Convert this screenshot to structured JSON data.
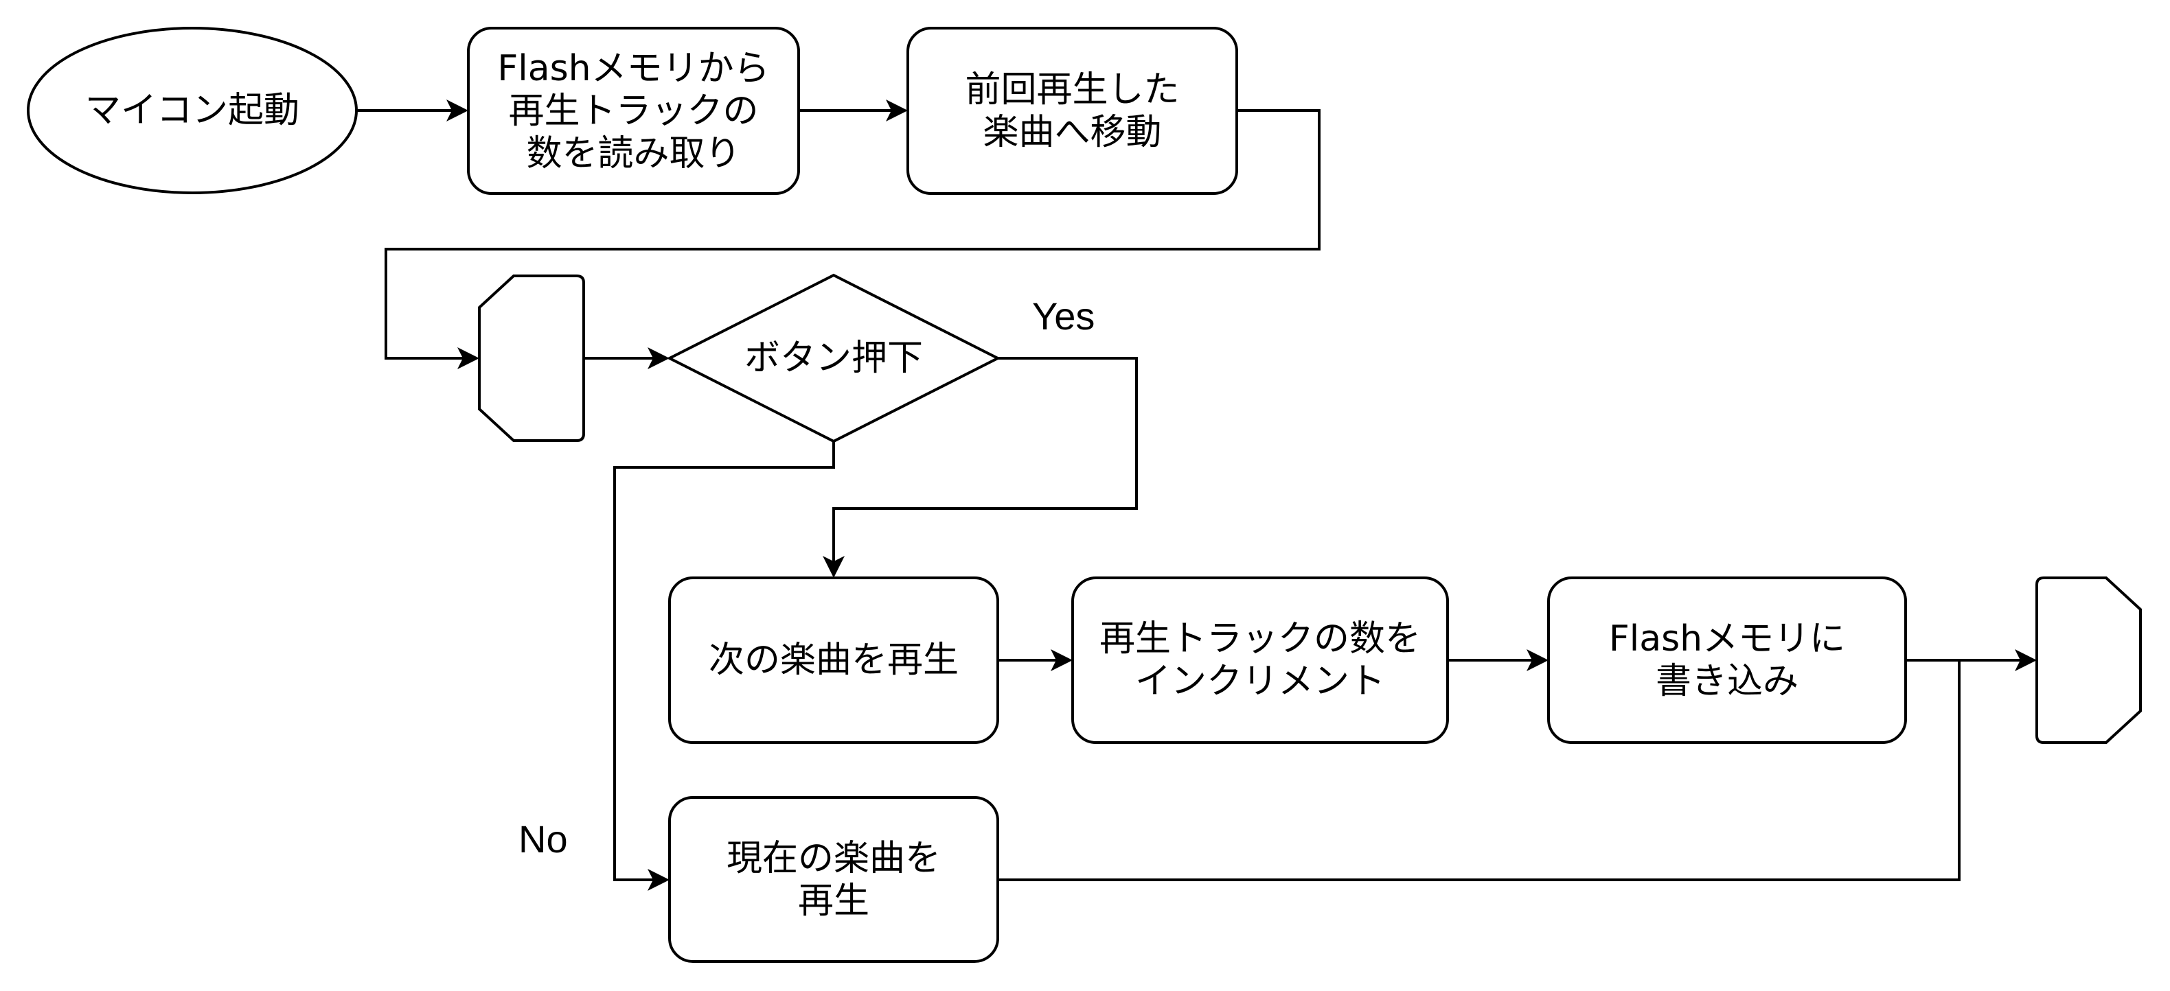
{
  "diagram": {
    "type": "flowchart",
    "colors": {
      "stroke": "#000000",
      "fill": "#ffffff",
      "text": "#000000"
    },
    "nodes": [
      {
        "id": "start",
        "shape": "ellipse",
        "text": "マイコン起動"
      },
      {
        "id": "read_flash",
        "shape": "rounded-rect",
        "text": "Flashメモリから\n再生トラックの\n数を読み取り"
      },
      {
        "id": "move_prev",
        "shape": "rounded-rect",
        "text": "前回再生した\n楽曲へ移動"
      },
      {
        "id": "loop_start",
        "shape": "loop-limit-start",
        "text": ""
      },
      {
        "id": "button_pressed",
        "shape": "diamond",
        "text": "ボタン押下"
      },
      {
        "id": "play_next",
        "shape": "rounded-rect",
        "text": "次の楽曲を再生"
      },
      {
        "id": "increment",
        "shape": "rounded-rect",
        "text": "再生トラックの数を\nインクリメント"
      },
      {
        "id": "write_flash",
        "shape": "rounded-rect",
        "text": "Flashメモリに\n書き込み"
      },
      {
        "id": "loop_end",
        "shape": "loop-limit-end",
        "text": ""
      },
      {
        "id": "play_current",
        "shape": "rounded-rect",
        "text": "現在の楽曲を\n再生"
      }
    ],
    "edges": [
      {
        "from": "start",
        "to": "read_flash",
        "label": ""
      },
      {
        "from": "read_flash",
        "to": "move_prev",
        "label": ""
      },
      {
        "from": "move_prev",
        "to": "loop_start",
        "label": ""
      },
      {
        "from": "loop_start",
        "to": "button_pressed",
        "label": ""
      },
      {
        "from": "button_pressed",
        "to": "play_next",
        "label": "Yes"
      },
      {
        "from": "button_pressed",
        "to": "play_current",
        "label": "No"
      },
      {
        "from": "play_next",
        "to": "increment",
        "label": ""
      },
      {
        "from": "increment",
        "to": "write_flash",
        "label": ""
      },
      {
        "from": "write_flash",
        "to": "loop_end",
        "label": ""
      },
      {
        "from": "play_current",
        "to": "loop_end",
        "label": ""
      }
    ],
    "edge_labels": {
      "yes": "Yes",
      "no": "No"
    }
  }
}
